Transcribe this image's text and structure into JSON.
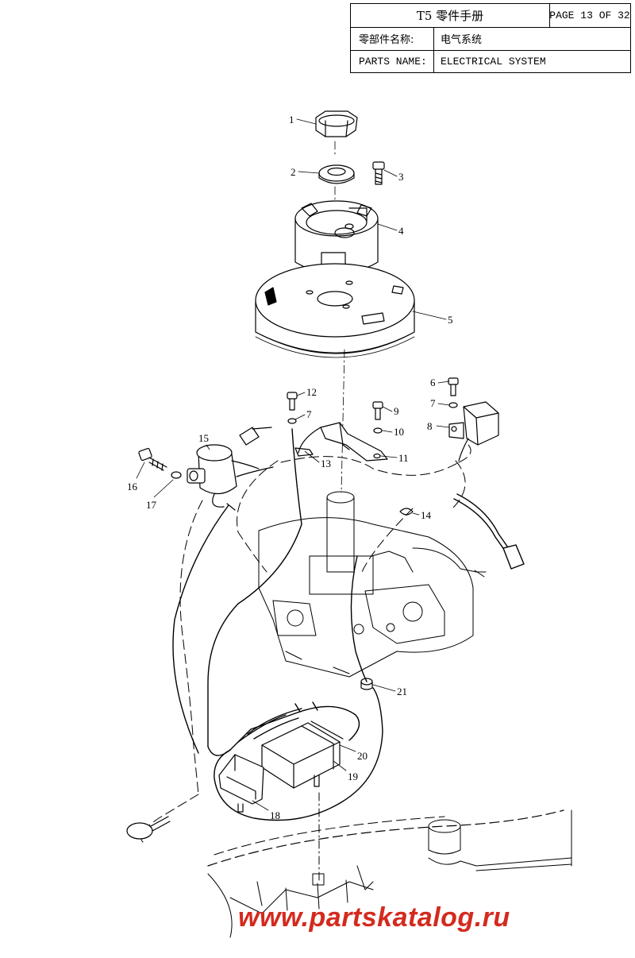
{
  "header": {
    "title": "T5 零件手册",
    "page": "PAGE 13 OF 32",
    "name_label_cn": "零部件名称:",
    "name_value_cn": "电气系统",
    "name_label_en": "PARTS NAME:",
    "name_value_en": "ELECTRICAL SYSTEM"
  },
  "callouts": [
    "1",
    "2",
    "3",
    "4",
    "5",
    "6",
    "7",
    "8",
    "9",
    "10",
    "11",
    "12",
    "7",
    "13",
    "14",
    "15",
    "16",
    "17",
    "18",
    "19",
    "20",
    "21"
  ],
  "watermark": "www.partskatalog.ru"
}
